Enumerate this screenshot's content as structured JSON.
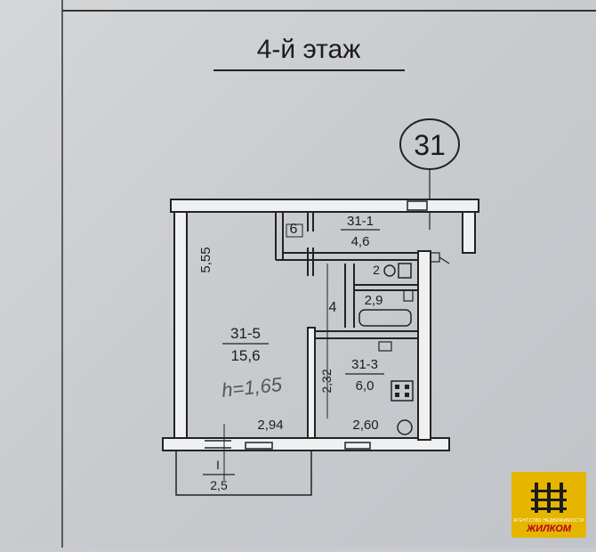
{
  "floor_title": "4-й этаж",
  "apartment_number": "31",
  "rooms": [
    {
      "id": "31-1",
      "area": "4,6"
    },
    {
      "id": "31-3",
      "area": "6,0"
    },
    {
      "id": "31-5",
      "area": "15,6"
    }
  ],
  "balcony": {
    "id": "I",
    "area": "2,5"
  },
  "small_rooms": [
    {
      "id": "2",
      "area": "2,9"
    }
  ],
  "room_marks": {
    "closet": "6",
    "corridor": "4"
  },
  "dimensions": {
    "left_wall": "5,55",
    "room_width": "2,94",
    "kitchen_width": "2,60",
    "kitchen_depth": "2,32"
  },
  "ceiling_height_note": "h=1,65",
  "logo": {
    "tagline": "АГЕНТСТВО НЕДВИЖИМОСТИ",
    "brand": "ЖИЛКОМ"
  },
  "colors": {
    "ink": "#1c1c1c",
    "paper": "#cdd0d3",
    "logo_bg": "#e5b500",
    "logo_text": "#b3001b"
  }
}
